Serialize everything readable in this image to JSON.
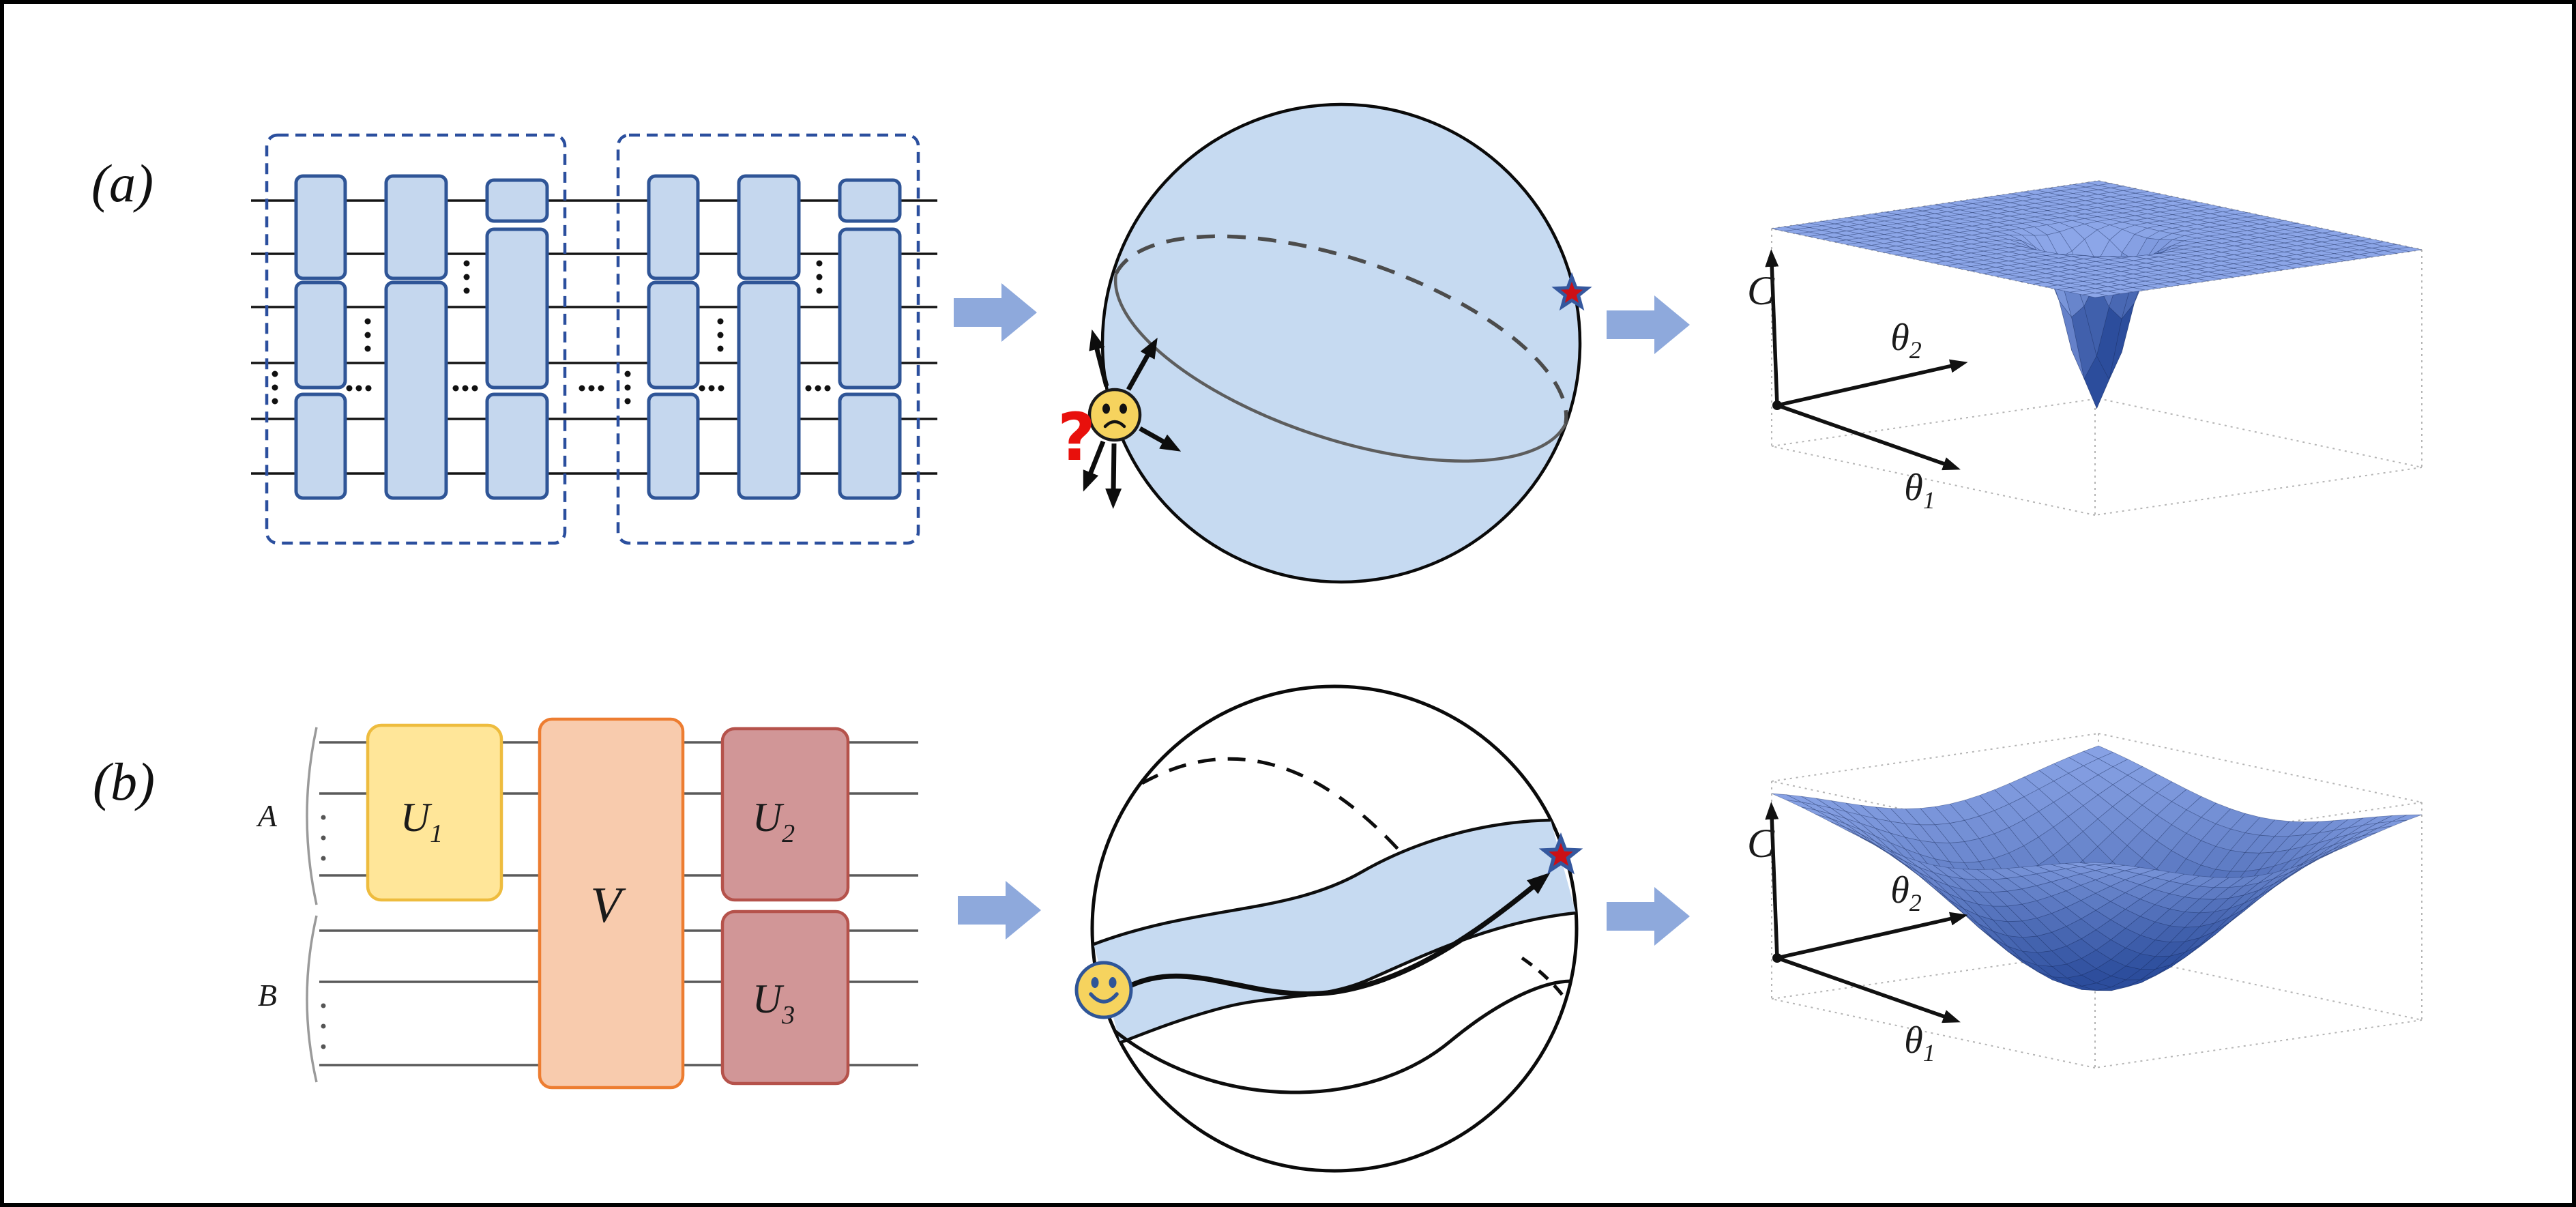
{
  "panels": {
    "a": "(a)",
    "b": "(b)"
  },
  "circuit_b": {
    "register_a": "A",
    "register_b": "B",
    "gate_u_sym": "U",
    "gate_u1_sub": "1",
    "gate_u2_sub": "2",
    "gate_u3_sub": "3",
    "gate_v": "V"
  },
  "sphere_a": {
    "question_mark": "?"
  },
  "plot_axes": {
    "cost": "C",
    "theta": "θ",
    "sub1": "1",
    "sub2": "2"
  },
  "colors": {
    "gate_blue_fill": "#c5d7ee",
    "gate_blue_border": "#2f5597",
    "dashed_box_blue": "#2b4f9e",
    "sphere_fill": "#c6daf1",
    "band_fill": "#c6daf1",
    "u1_fill": "#ffe699",
    "u1_border": "#eebc3e",
    "v_fill": "#f8cbad",
    "v_border": "#ed7d31",
    "u23_fill": "#d19697",
    "u23_border": "#b5524b",
    "block_arrow": "#8ea9dc",
    "star_outer_blue": "#35589e",
    "star_inner_red": "#cc1016",
    "smiley_yellow": "#f6d35e",
    "question_red": "#e8100c",
    "surface_light": "#8ca6e8",
    "surface_dark": "#2c4d9c"
  },
  "surfaces": {
    "a": {
      "type": "surface3d",
      "shape": "flat barren plateau with narrow deep gorge",
      "zlabel": "C",
      "xlabel": "θ1",
      "ylabel": "θ2",
      "grid": 26,
      "sigma": 0.06,
      "depth": 248,
      "palette": [
        "#8ca6e8",
        "#2c4d9c"
      ]
    },
    "b": {
      "type": "surface3d",
      "shape": "wide smooth convex valley (trainable landscape)",
      "zlabel": "C",
      "xlabel": "θ1",
      "ylabel": "θ2",
      "grid": 22,
      "sigma": 0.3,
      "depth": 290,
      "palette": [
        "#8ca6e8",
        "#2c4d9c"
      ]
    }
  }
}
